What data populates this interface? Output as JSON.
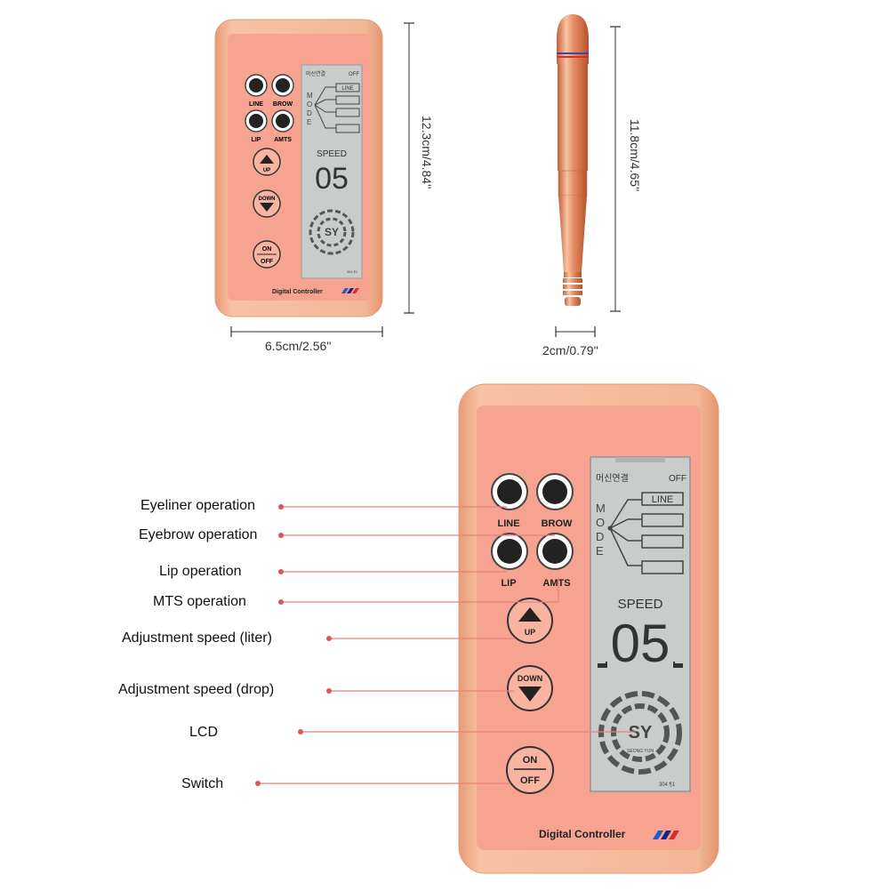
{
  "device": {
    "buttons": {
      "line": "LINE",
      "brow": "BROW",
      "lip": "LIP",
      "amts": "AMTS",
      "up": "UP",
      "down": "DOWN",
      "on": "ON",
      "off": "OFF"
    },
    "lcd": {
      "korean_label": "머신연결",
      "off_label": "OFF",
      "mode_label": "MODE",
      "line_label": "LINE",
      "speed_label": "SPEED",
      "speed_value": "05",
      "logo_text": "SEONG YUN",
      "footer_code": "304 ¶1"
    },
    "brand_label": "Digital  Controller",
    "colors": {
      "case": "#f2b08d",
      "case_edge": "#e9a07c",
      "panel": "#f6a491",
      "lcd": "#c8cccb",
      "accent_line": "#e05a5a"
    }
  },
  "dimensions": {
    "controller_width": "6.5cm/2.56''",
    "controller_height": "12.3cm/4.84''",
    "pen_length": "11.8cm/4.65''",
    "pen_width": "2cm/0.79''"
  },
  "callouts": [
    {
      "id": "eyeliner",
      "label": "Eyeliner operation"
    },
    {
      "id": "eyebrow",
      "label": "Eyebrow operation"
    },
    {
      "id": "lip",
      "label": "Lip operation"
    },
    {
      "id": "mts",
      "label": "MTS operation"
    },
    {
      "id": "speed-up",
      "label": "Adjustment speed (liter)"
    },
    {
      "id": "speed-down",
      "label": "Adjustment speed (drop)"
    },
    {
      "id": "lcd",
      "label": "LCD"
    },
    {
      "id": "switch",
      "label": "Switch"
    }
  ]
}
